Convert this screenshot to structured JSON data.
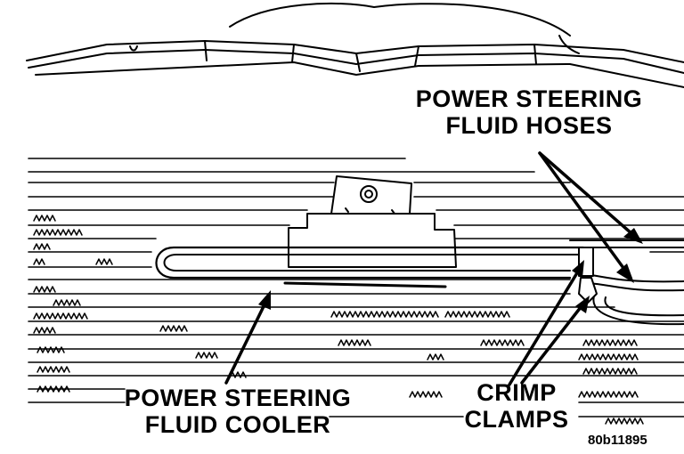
{
  "labels": {
    "hoses_line1": "POWER STEERING",
    "hoses_line2": "FLUID HOSES",
    "cooler_line1": "POWER STEERING",
    "cooler_line2": "FLUID COOLER",
    "clamps_line1": "CRIMP",
    "clamps_line2": "CLAMPS"
  },
  "figure_code": "80b11895"
}
